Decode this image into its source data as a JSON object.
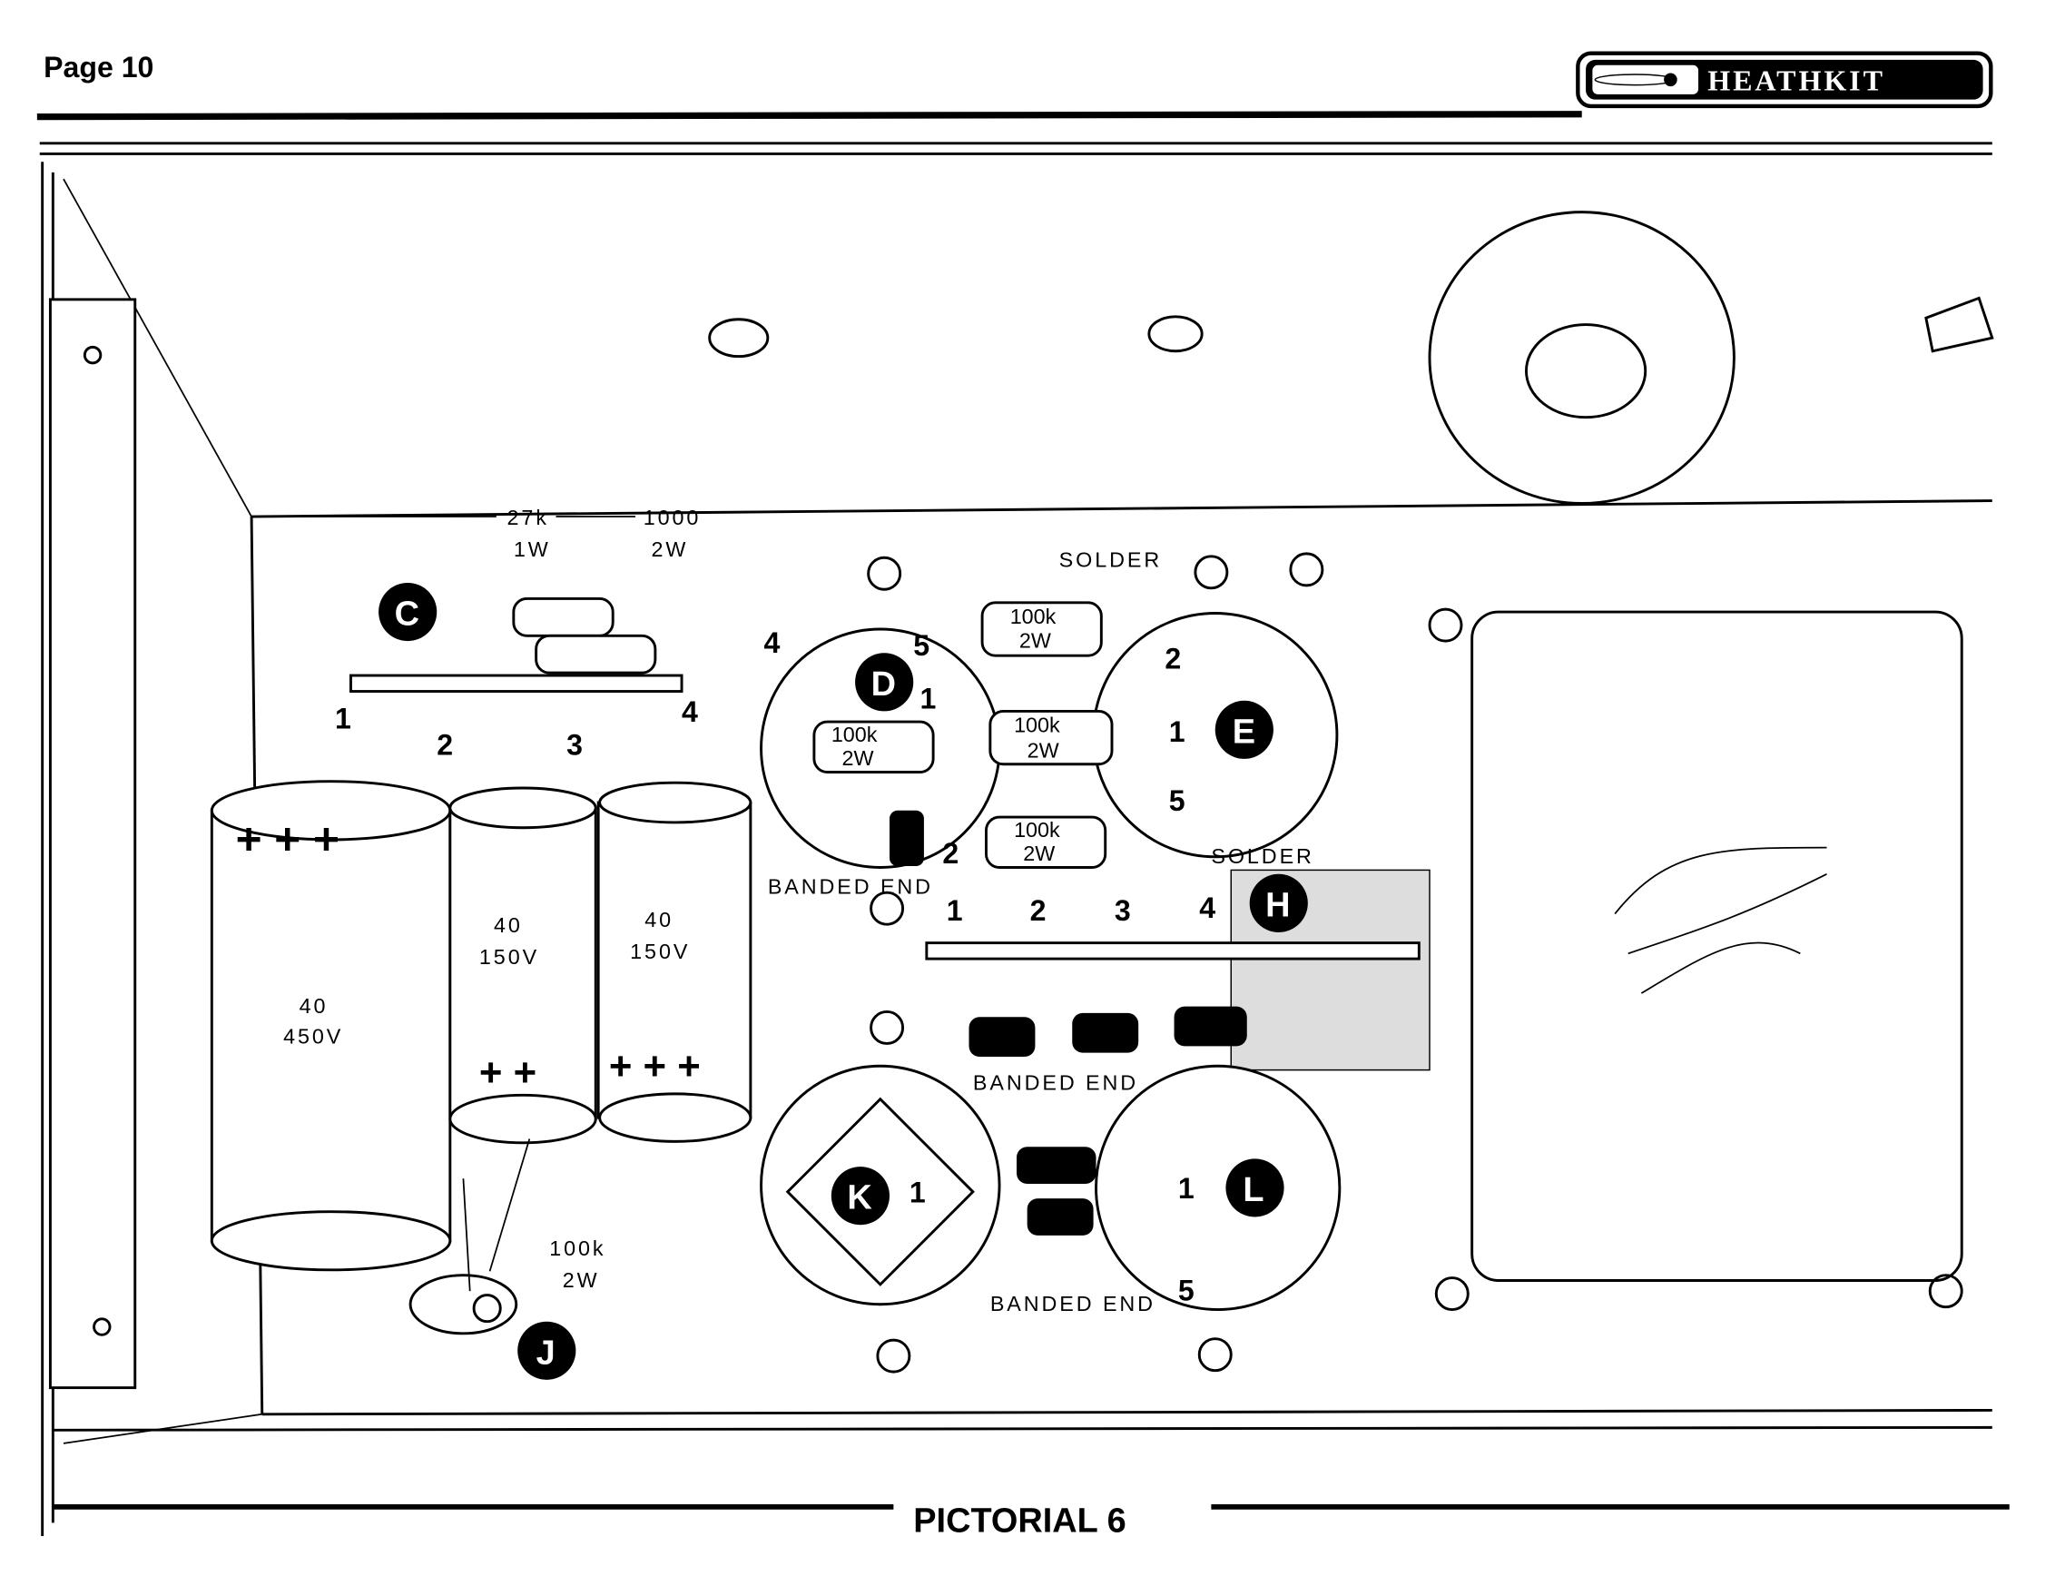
{
  "header": {
    "page": "Page 10",
    "logo": "HEATHKIT"
  },
  "footer": {
    "caption": "PICTORIAL 6"
  },
  "resistor_labels": {
    "r27k_value": "27k",
    "r27k_watt": "1W",
    "r1000_value": "1000",
    "r1000_watt": "2W"
  },
  "terminal_strip_c": {
    "badge": "C",
    "lugs": [
      "1",
      "2",
      "3",
      "4"
    ]
  },
  "capacitors": [
    {
      "value": "40",
      "voltage": "450V",
      "polarity": "+ + +"
    },
    {
      "value": "40",
      "voltage": "150V",
      "polarity": "+ +"
    },
    {
      "value": "40",
      "voltage": "150V",
      "polarity": "+ + +"
    }
  ],
  "sockets": {
    "D": {
      "badge": "D",
      "pins": [
        "4",
        "5",
        "1",
        "2"
      ]
    },
    "E": {
      "badge": "E",
      "pins": [
        "2",
        "1",
        "5"
      ]
    },
    "K": {
      "badge": "K",
      "pins": [
        "1"
      ]
    },
    "L": {
      "badge": "L",
      "pins": [
        "1",
        "5"
      ]
    }
  },
  "resistors_100k": [
    {
      "value": "100k",
      "watt": "2W"
    },
    {
      "value": "100k",
      "watt": "2W"
    },
    {
      "value": "100k",
      "watt": "2W"
    },
    {
      "value": "100k",
      "watt": "2W"
    },
    {
      "value": "100k",
      "watt": "2W"
    }
  ],
  "terminal_strip_h": {
    "badge": "H",
    "lugs": [
      "1",
      "2",
      "3",
      "4"
    ]
  },
  "lug_j": {
    "badge": "J"
  },
  "notes": {
    "solder_top": "SOLDER",
    "solder_bottom": "SOLDER",
    "banded_end_1": "BANDED END",
    "banded_end_2": "BANDED END",
    "banded_end_3": "BANDED END"
  }
}
